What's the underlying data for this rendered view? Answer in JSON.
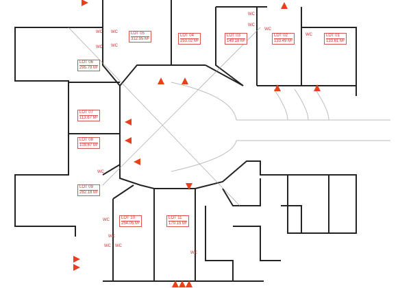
{
  "lots": [
    {
      "id": "lot-05",
      "name": "LOT 05",
      "area": "312.95 M²"
    },
    {
      "id": "lot-04",
      "name": "LOT 04",
      "area": "253.02 M²"
    },
    {
      "id": "lot-03",
      "name": "LOT 03",
      "area": "149.18 M²"
    },
    {
      "id": "lot-02",
      "name": "LOT 02",
      "area": "133.49 M²"
    },
    {
      "id": "lot-01",
      "name": "LOT 01",
      "area": "133.61 M²"
    },
    {
      "id": "lot-06",
      "name": "LOT 06",
      "area": "295.79 M²"
    },
    {
      "id": "lot-07",
      "name": "LOT 07",
      "area": "113.67 M²"
    },
    {
      "id": "lot-08",
      "name": "LOT 08",
      "area": "109.67 M²"
    },
    {
      "id": "lot-09",
      "name": "LOT 09",
      "area": "282.18 M²"
    },
    {
      "id": "lot-10",
      "name": "LOT 10",
      "area": "254.05 M²"
    },
    {
      "id": "lot-11",
      "name": "LOT 11",
      "area": "170.15 M²"
    }
  ],
  "wc_label": "WC",
  "colors": {
    "wall": "#222222",
    "accent": "#e8401c",
    "label": "#c9302c"
  }
}
